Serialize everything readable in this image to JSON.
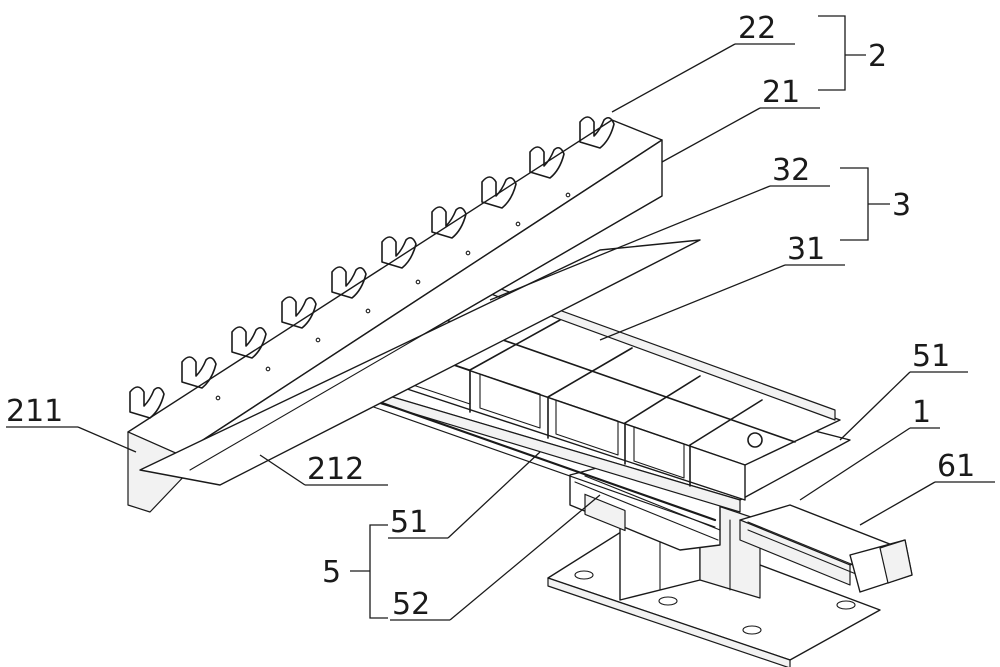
{
  "labels": {
    "l22": "22",
    "l2": "2",
    "l21": "21",
    "l32": "32",
    "l3": "3",
    "l31": "31",
    "l51_right": "51",
    "l1": "1",
    "l61": "61",
    "l211": "211",
    "l212": "212",
    "l51_left": "51",
    "l5": "5",
    "l52": "52"
  },
  "colors": {
    "ink": "#1a1a1a",
    "paper": "#ffffff"
  }
}
